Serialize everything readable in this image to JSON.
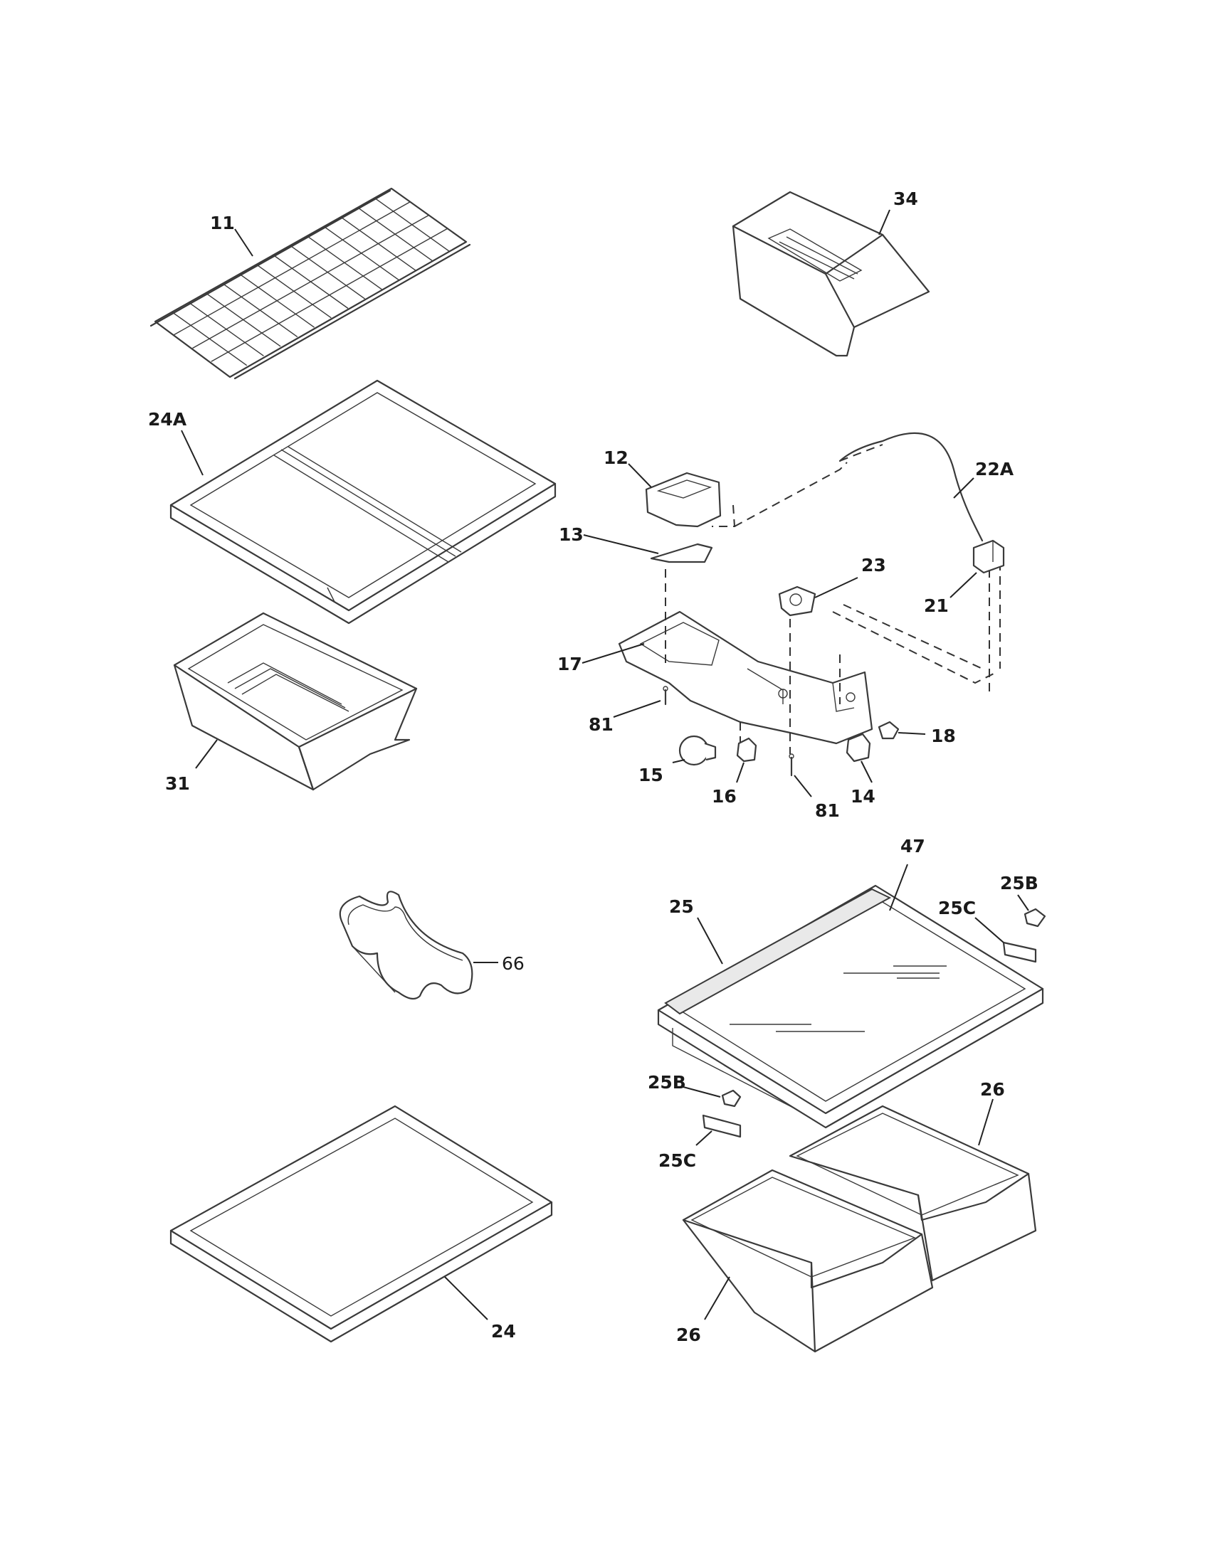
{
  "labels": {
    "l11": "11",
    "l34": "34",
    "l24A": "24A",
    "l12": "12",
    "l22A": "22A",
    "l13": "13",
    "l23": "23",
    "l21": "21",
    "l17": "17",
    "l81a": "81",
    "l18": "18",
    "l15": "15",
    "l16": "16",
    "l14": "14",
    "l81b": "81",
    "l31": "31",
    "l47": "47",
    "l25B_top": "25B",
    "l25": "25",
    "l25C_top": "25C",
    "l66": "66",
    "l25B_bot": "25B",
    "l26_top": "26",
    "l25C_bot": "25C",
    "l24": "24",
    "l26_bot": "26"
  }
}
